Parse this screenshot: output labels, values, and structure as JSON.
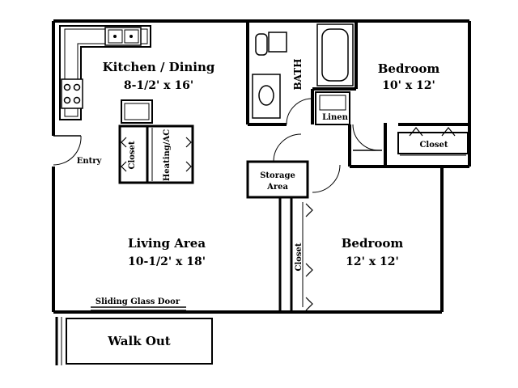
{
  "rooms": {
    "kitchen": {
      "name": "Kitchen / Dining",
      "size": "8-1/2' x 16'"
    },
    "bedroom1": {
      "name": "Bedroom",
      "size": "10' x 12'"
    },
    "bedroom2": {
      "name": "Bedroom",
      "size": "12' x 12'"
    },
    "living": {
      "name": "Living Area",
      "size": "10-1/2' x 18'"
    },
    "bath": {
      "name": "BATH"
    },
    "linen": {
      "name": "Linen"
    },
    "storage": {
      "line1": "Storage",
      "line2": "Area"
    },
    "closet_bedroom1": {
      "name": "Closet"
    },
    "closet_hall": {
      "name": "Closet"
    },
    "heating": {
      "name": "Heating/AC"
    },
    "closet_bedroom2": {
      "name": "Closet"
    }
  },
  "labels": {
    "entry": "Entry",
    "sliding_door": "Sliding Glass Door",
    "walk_out": "Walk Out"
  }
}
